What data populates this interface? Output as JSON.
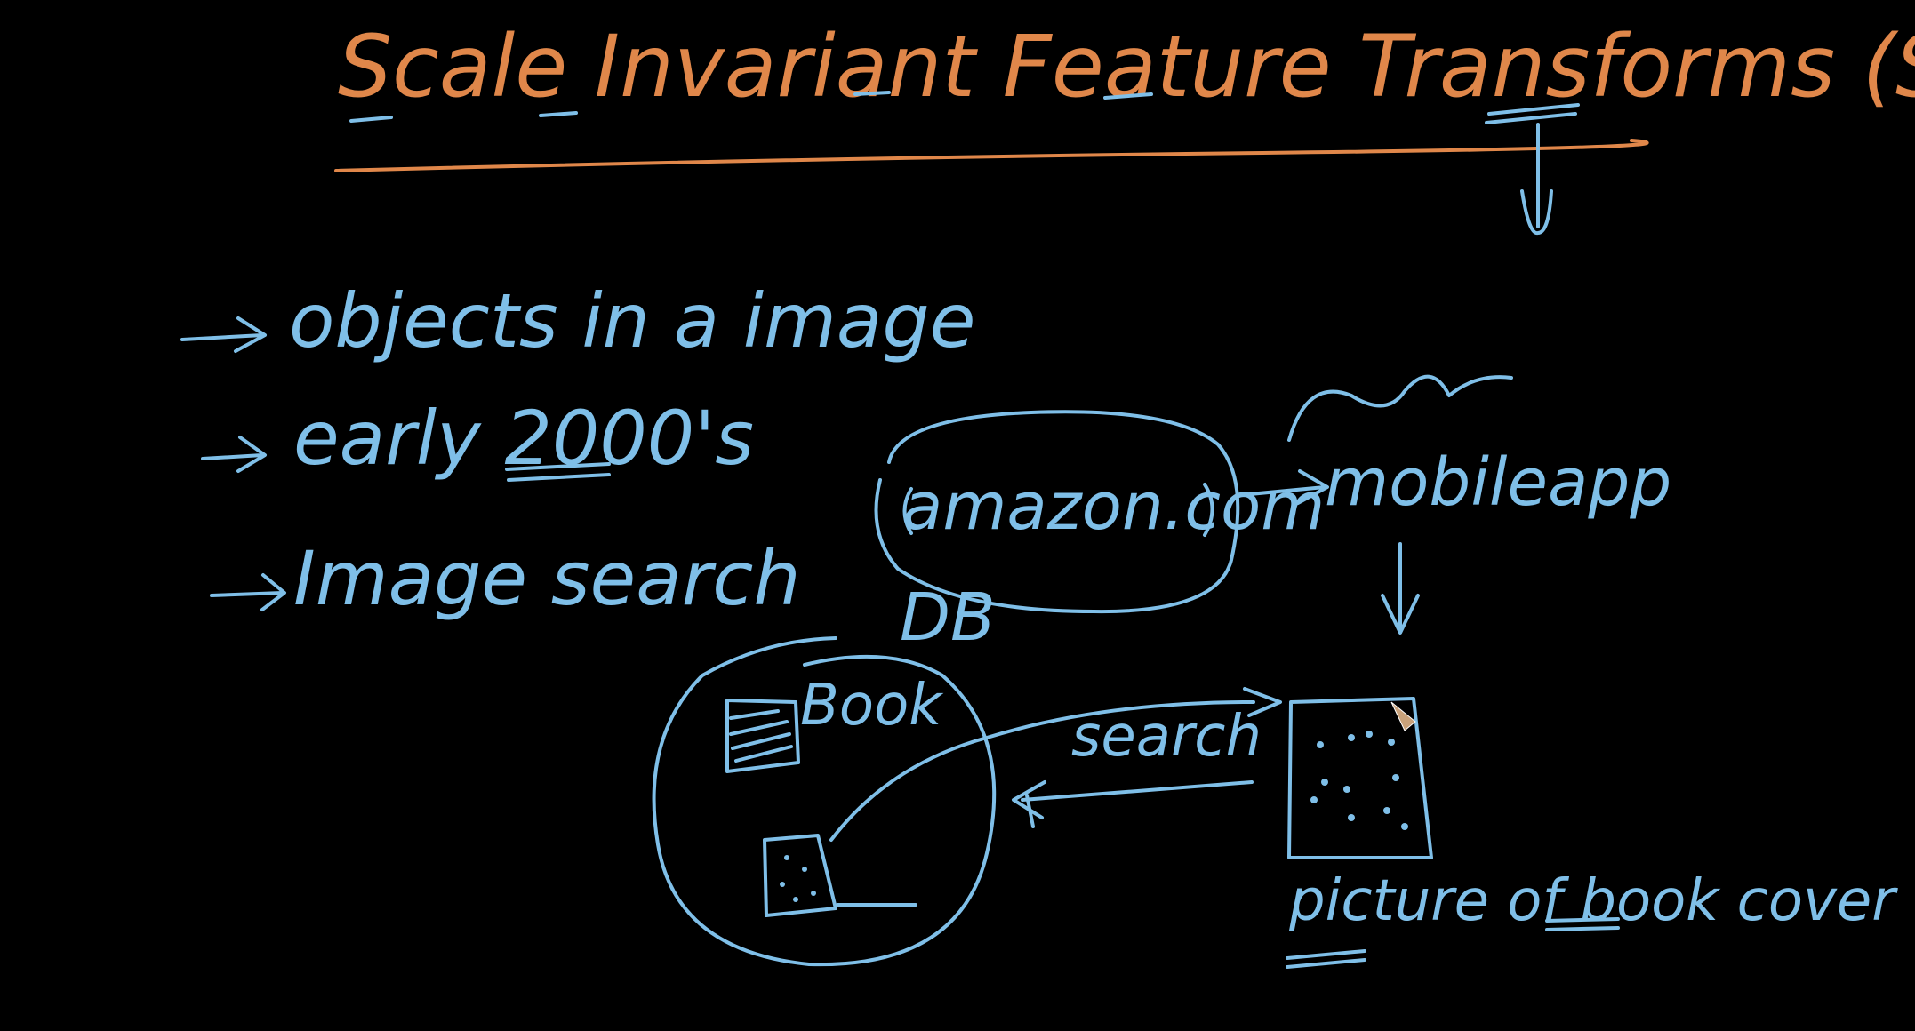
{
  "title": "Scale Invariant Feature Transforms (SIFT)",
  "bullets": [
    "objects in a image",
    "early 2000's",
    "Image search"
  ],
  "diagram": {
    "amazon": "amazon.com",
    "db": "DB",
    "mobile": "mobileapp",
    "book": "Book",
    "search": "search",
    "caption": "picture of book cover"
  },
  "colors": {
    "title_ink": "#e0874a",
    "body_ink": "#7fbfe8",
    "background": "#000000"
  }
}
